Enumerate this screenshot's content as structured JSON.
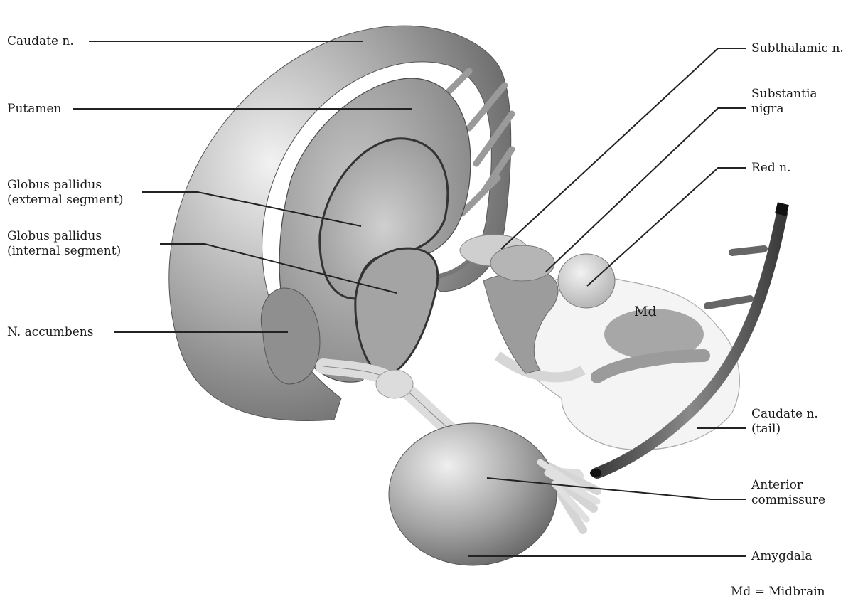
{
  "labels": {
    "caudate": "Caudate n.",
    "putamen": "Putamen",
    "gp_external": [
      "Globus pallidus",
      "(external segment)"
    ],
    "gp_internal": [
      "Globus pallidus",
      "(internal segment)"
    ],
    "accumbens": "N. accumbens",
    "subthalamic": "Subthalamic n.",
    "substantia_nigra": [
      "Substantia",
      "nigra"
    ],
    "red_nucleus": "Red n.",
    "caudate_tail": [
      "Caudate n.",
      "(tail)"
    ],
    "anterior_commissure": [
      "Anterior",
      "commissure"
    ],
    "amygdala": "Amygdala",
    "midbrain_abbrev": "Md"
  },
  "legend": "Md = Midbrain"
}
